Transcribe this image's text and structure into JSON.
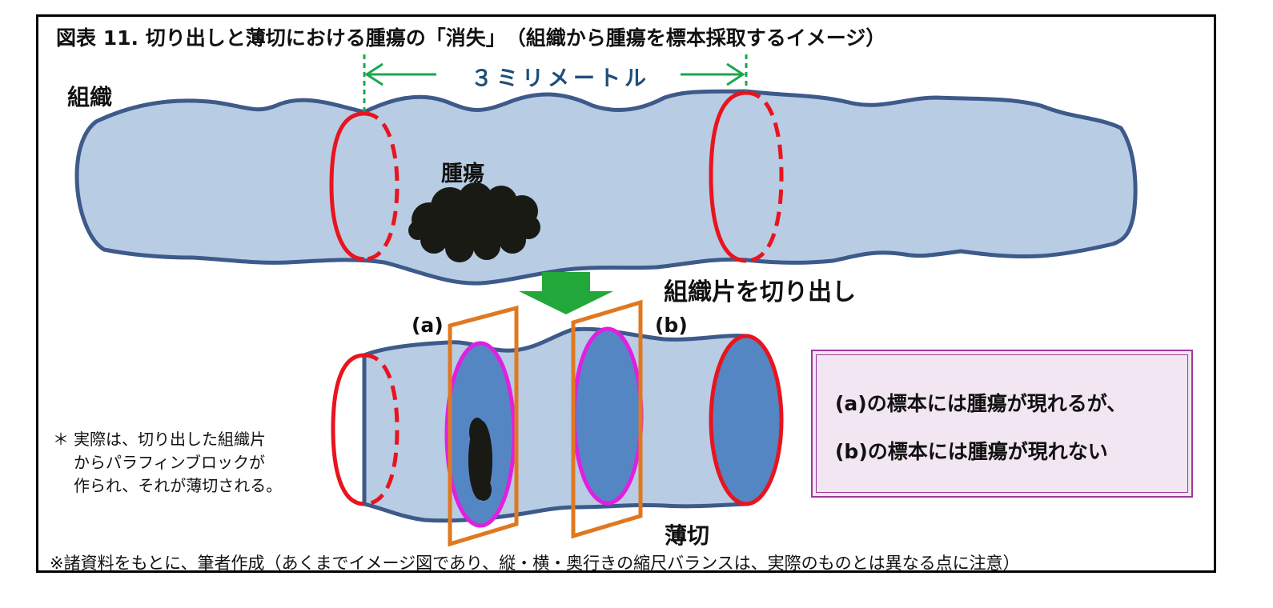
{
  "title": "図表 11.  切り出しと薄切における腫瘍の「消失」　（組織から腫瘍を標本採取するイメージ）",
  "measure_label": "３ミリメートル",
  "tissue_label": "組織",
  "tumor_label": "腫瘍",
  "excise_label": "組織片を切り出し",
  "label_a": "(a)",
  "label_b": "(b)",
  "slice_label": "薄切",
  "note": {
    "star": "＊",
    "line1": "実際は、切り出した組織片",
    "line2": "からパラフィンブロックが",
    "line3": "作られ、それが薄切される。"
  },
  "callout": {
    "line1": "(a)の標本には腫瘍が現れるが、",
    "line2": "(b)の標本には腫瘍が現れない"
  },
  "source": "※諸資料をもとに、筆者作成（あくまでイメージ図であり、縦・横・奥行きの縮尺バランスは、実際のものとは異なる点に注意）",
  "colors": {
    "tissue_fill": "#b8cce4",
    "tissue_outline": "#3d5a8a",
    "section_fill": "#5586c4",
    "cut_ring": "#e8141e",
    "frame_orange": "#e07820",
    "frame_magenta": "#e020e0",
    "arrow_green": "#22a83a",
    "measure_green": "#1aa84e",
    "tumor": "#1a1a14"
  }
}
